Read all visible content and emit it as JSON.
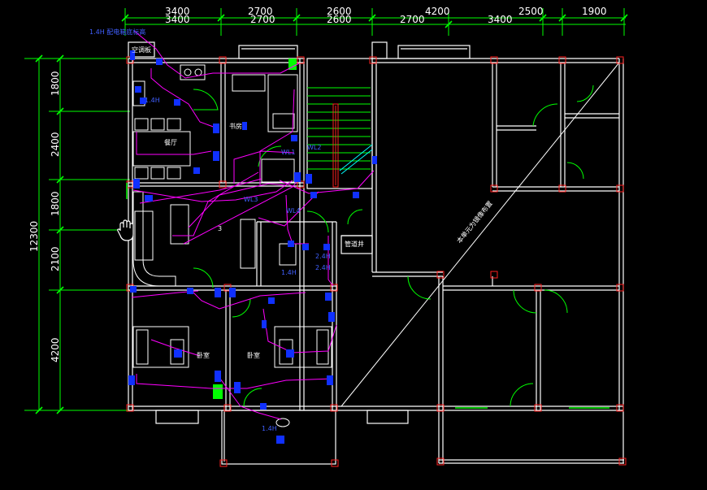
{
  "top_dims_upper": [
    "3400",
    "2700",
    "2600",
    "4200",
    "2500",
    "1900"
  ],
  "top_dims_lower": [
    "3400",
    "2700",
    "2600",
    "2700",
    "3400"
  ],
  "left_dims": [
    "1800",
    "2400",
    "1800",
    "2100",
    "4200"
  ],
  "left_total": "12300",
  "rooms": {
    "aircon": "空调板",
    "study": "书房",
    "dining": "餐厅",
    "bedroom_left": "卧室",
    "bedroom_right": "卧室",
    "pipe_well": "管道井"
  },
  "labels": {
    "top_note": "1.4H 配电箱底标高",
    "wl1": "WL1",
    "wl2": "WL2",
    "wl3": "WL3",
    "wl4": "WL4",
    "h14_a": "1.4H",
    "h14_b": "1.4H",
    "h24_a": "2.4H",
    "h24_b": "2.4H",
    "h14_c": "1.4H",
    "diag_note": "本单元为镜像布置",
    "level3": "3"
  },
  "colors": {
    "background": "#000000",
    "dimension": "#00ff00",
    "wall": "#ffffff",
    "column": "#ff2020",
    "wiring": "#ff00ff",
    "fixture": "#1030ff",
    "stair": "#00ffff"
  }
}
